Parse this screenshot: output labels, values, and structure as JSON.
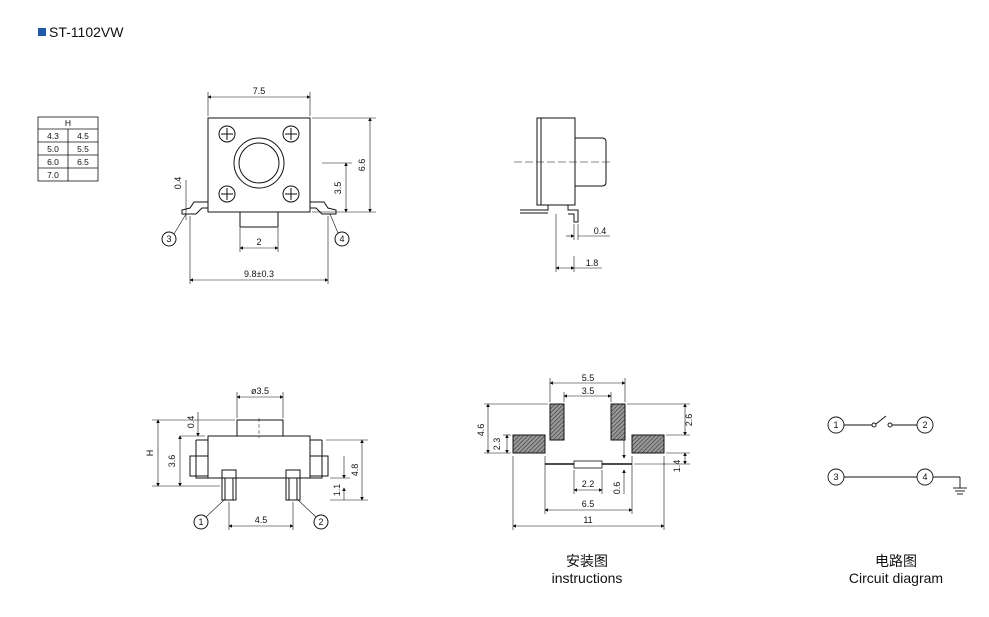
{
  "title": "ST-1102VW",
  "table": {
    "header": "H",
    "rows": [
      [
        "4.3",
        "4.5"
      ],
      [
        "5.0",
        "5.5"
      ],
      [
        "6.0",
        "6.5"
      ],
      [
        "7.0",
        ""
      ]
    ]
  },
  "top_view": {
    "width": "7.5",
    "height": "6.6",
    "inner": "3.5",
    "lead_gap": "0.4",
    "stem": "2",
    "span": "9.8±0.3",
    "pin_left": "3",
    "pin_right": "4"
  },
  "side_view": {
    "d1": "0.4",
    "d2": "1.8"
  },
  "front_view": {
    "dia": "ø3.5",
    "h": "H",
    "d1": "0.4",
    "d2": "3.6",
    "d3": "4.8",
    "d4": "1.1",
    "pitch": "4.5",
    "pin_left": "1",
    "pin_right": "2"
  },
  "footprint": {
    "top1": "5.5",
    "top2": "3.5",
    "h1": "4.6",
    "h2": "2.3",
    "r1": "2.6",
    "r2": "1.4",
    "b1": "2.2",
    "b2": "0.6",
    "b3": "6.5",
    "b4": "11"
  },
  "circuit": {
    "n1": "1",
    "n2": "2",
    "n3": "3",
    "n4": "4"
  },
  "captions": {
    "instructions_cn": "安装图",
    "instructions_en": "instructions",
    "circuit_cn": "电路图",
    "circuit_en": "Circuit diagram"
  },
  "colors": {
    "accent": "#1f5aa8",
    "line": "#111111",
    "hatch": "#555555"
  }
}
